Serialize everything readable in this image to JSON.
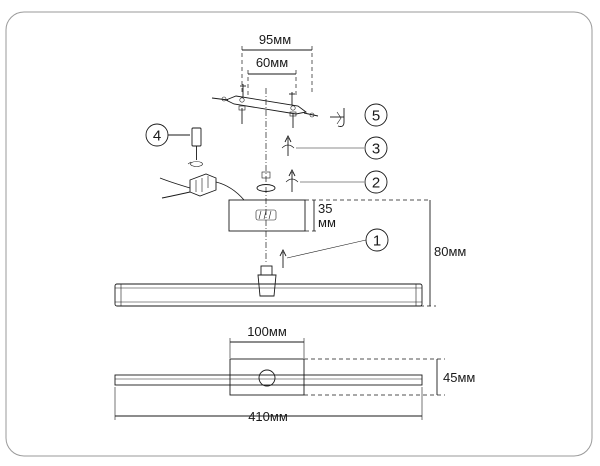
{
  "dimensions": {
    "bracket_outer": "95мм",
    "bracket_inner": "60мм",
    "box_height_value": "35",
    "box_height_unit": "мм",
    "total_height": "80мм",
    "base_width": "100мм",
    "base_height": "45мм",
    "total_length": "410мм"
  },
  "callouts": {
    "c1": "1",
    "c2": "2",
    "c3": "3",
    "c4": "4",
    "c5": "5"
  }
}
